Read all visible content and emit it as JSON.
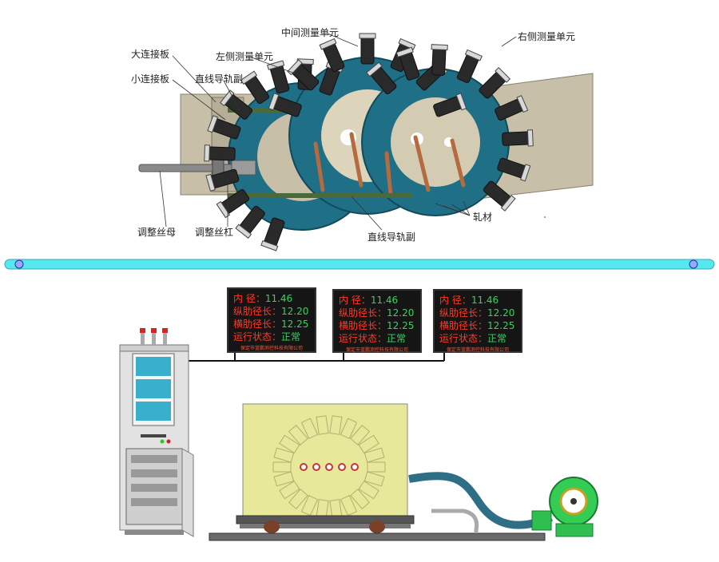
{
  "top_labels": {
    "big_plate": "大连接板",
    "small_plate": "小连接板",
    "rail_top": "直线导轨副",
    "left_unit": "左侧测量单元",
    "middle_unit": "中间测量单元",
    "right_unit": "右侧测量单元",
    "adjust_nut": "调整丝母",
    "adjust_screw": "调整丝杠",
    "rail_bottom": "直线导轨副",
    "rolled_material": "轧材"
  },
  "panels": [
    {
      "inner_label": "内  径：",
      "inner_value": "11.46",
      "long_label": "纵肋径长：",
      "long_value": "12.20",
      "trans_label": "横肋径长：",
      "trans_value": "12.25",
      "status_label": "运行状态：",
      "status_value": "正常",
      "company": "保定市蓝鹏测控科技有限公司"
    },
    {
      "inner_label": "内  径：",
      "inner_value": "11.46",
      "long_label": "纵肋径长：",
      "long_value": "12.20",
      "trans_label": "横肋径长：",
      "trans_value": "12.25",
      "status_label": "运行状态：",
      "status_value": "正常",
      "company": "保定市蓝鹏测控科技有限公司"
    },
    {
      "inner_label": "内  径：",
      "inner_value": "11.46",
      "long_label": "纵肋径长：",
      "long_value": "12.20",
      "trans_label": "横肋径长：",
      "trans_value": "12.25",
      "status_label": "运行状态：",
      "status_value": "正常",
      "company": "保定市蓝鹏测控科技有限公司"
    }
  ],
  "colors": {
    "ring": "#1f6f86",
    "plate": "#c8bfa8",
    "camera": "#2a2a2a",
    "divider": "#55e8ee",
    "frame_face": "#e8e89a",
    "blower": "#33cc55",
    "hose": "#2e6f86"
  }
}
